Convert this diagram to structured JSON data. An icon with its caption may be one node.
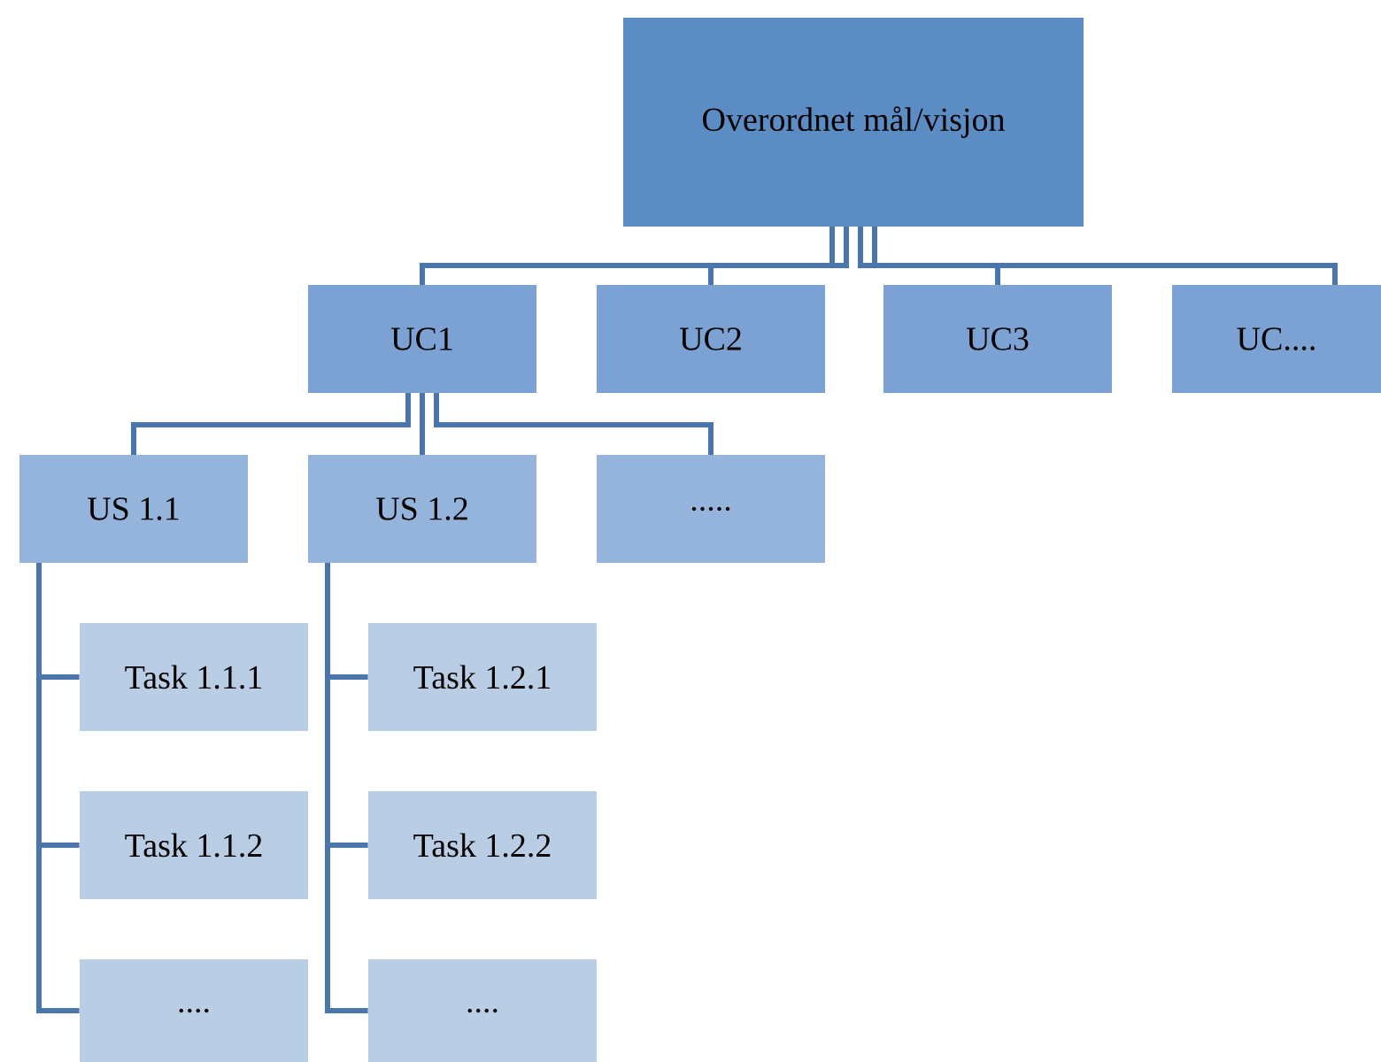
{
  "diagram": {
    "nodes": [
      {
        "text": [
          "Overordnet mål/visjon"
        ]
      },
      {
        "text": [
          "UC1"
        ]
      },
      {
        "text": [
          "UC2"
        ]
      },
      {
        "text": [
          "UC3"
        ]
      },
      {
        "text": [
          "UC...."
        ]
      },
      {
        "text": [
          "US 1.1"
        ]
      },
      {
        "text": [
          "US 1.2"
        ]
      },
      {
        "text": [
          "....."
        ]
      },
      {
        "text": [
          "Task 1.1.1"
        ]
      },
      {
        "text": [
          "Task 1.1.2"
        ]
      },
      {
        "text": [
          "...."
        ]
      },
      {
        "text": [
          "Task 1.2.1"
        ]
      },
      {
        "text": [
          "Task 1.2.2"
        ]
      },
      {
        "text": [
          "...."
        ]
      }
    ],
    "edges": [
      {
        "from": 0,
        "to": 1,
        "arrow": "none"
      },
      {
        "from": 0,
        "to": 2,
        "arrow": "none"
      },
      {
        "from": 0,
        "to": 3,
        "arrow": "none"
      },
      {
        "from": 0,
        "to": 4,
        "arrow": "none"
      },
      {
        "from": 1,
        "to": 5,
        "arrow": "none"
      },
      {
        "from": 1,
        "to": 6,
        "arrow": "none"
      },
      {
        "from": 1,
        "to": 7,
        "arrow": "none"
      },
      {
        "from": 5,
        "to": 8,
        "arrow": "none"
      },
      {
        "from": 5,
        "to": 9,
        "arrow": "none"
      },
      {
        "from": 5,
        "to": 10,
        "arrow": "none"
      },
      {
        "from": 6,
        "to": 11,
        "arrow": "none"
      },
      {
        "from": 6,
        "to": 12,
        "arrow": "none"
      },
      {
        "from": 6,
        "to": 13,
        "arrow": "none"
      }
    ]
  }
}
